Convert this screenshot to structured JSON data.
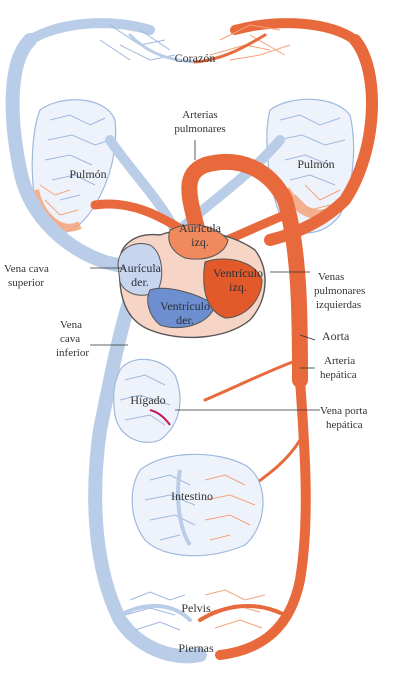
{
  "labels": {
    "corazon": "Corazón",
    "arterias_pulmonares_1": "Arterias",
    "arterias_pulmonares_2": "pulmonares",
    "pulmon_izq": "Pulmón",
    "pulmon_der": "Pulmón",
    "auricula_izq_1": "Aurícula",
    "auricula_izq_2": "izq.",
    "auricula_der_1": "Aurícula",
    "auricula_der_2": "der.",
    "ventriculo_izq_1": "Ventrículo",
    "ventriculo_izq_2": "izq.",
    "ventriculo_der_1": "Ventrículo",
    "ventriculo_der_2": "der.",
    "vena_cava_sup_1": "Vena cava",
    "vena_cava_sup_2": "superior",
    "vena_cava_inf_1": "Vena",
    "vena_cava_inf_2": "cava",
    "vena_cava_inf_3": "inferior",
    "venas_pulm_1": "Venas",
    "venas_pulm_2": "pulmonares",
    "venas_pulm_3": "izquierdas",
    "aorta": "Aorta",
    "arteria_hep_1": "Arteria",
    "arteria_hep_2": "hepática",
    "higado": "Hígado",
    "vena_porta_1": "Vena porta",
    "vena_porta_2": "hepática",
    "intestino": "Intestino",
    "pelvis": "Pelvis",
    "piernas": "Piernas"
  },
  "colors": {
    "venous": "#b9cde8",
    "arterial": "#e86a3c",
    "heart_outline": "#555555"
  }
}
